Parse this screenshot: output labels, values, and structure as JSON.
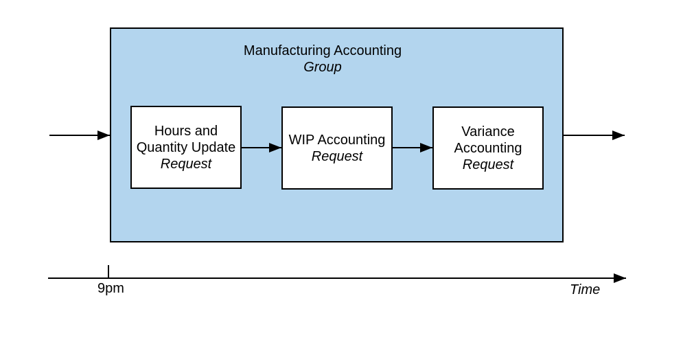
{
  "colors": {
    "group_fill": "#b3d5ee",
    "box_fill": "#ffffff",
    "line_color": "#000000",
    "background": "#ffffff"
  },
  "group": {
    "title": "Manufacturing Accounting",
    "subtitle": "Group"
  },
  "process_boxes": [
    {
      "lines": [
        "Hours and",
        "Quantity Update"
      ],
      "request_label": "Request"
    },
    {
      "lines": [
        "WIP Accounting"
      ],
      "request_label": "Request"
    },
    {
      "lines": [
        "Variance",
        "Accounting"
      ],
      "request_label": "Request"
    }
  ],
  "timeline": {
    "tick_label": "9pm",
    "axis_label": "Time"
  }
}
